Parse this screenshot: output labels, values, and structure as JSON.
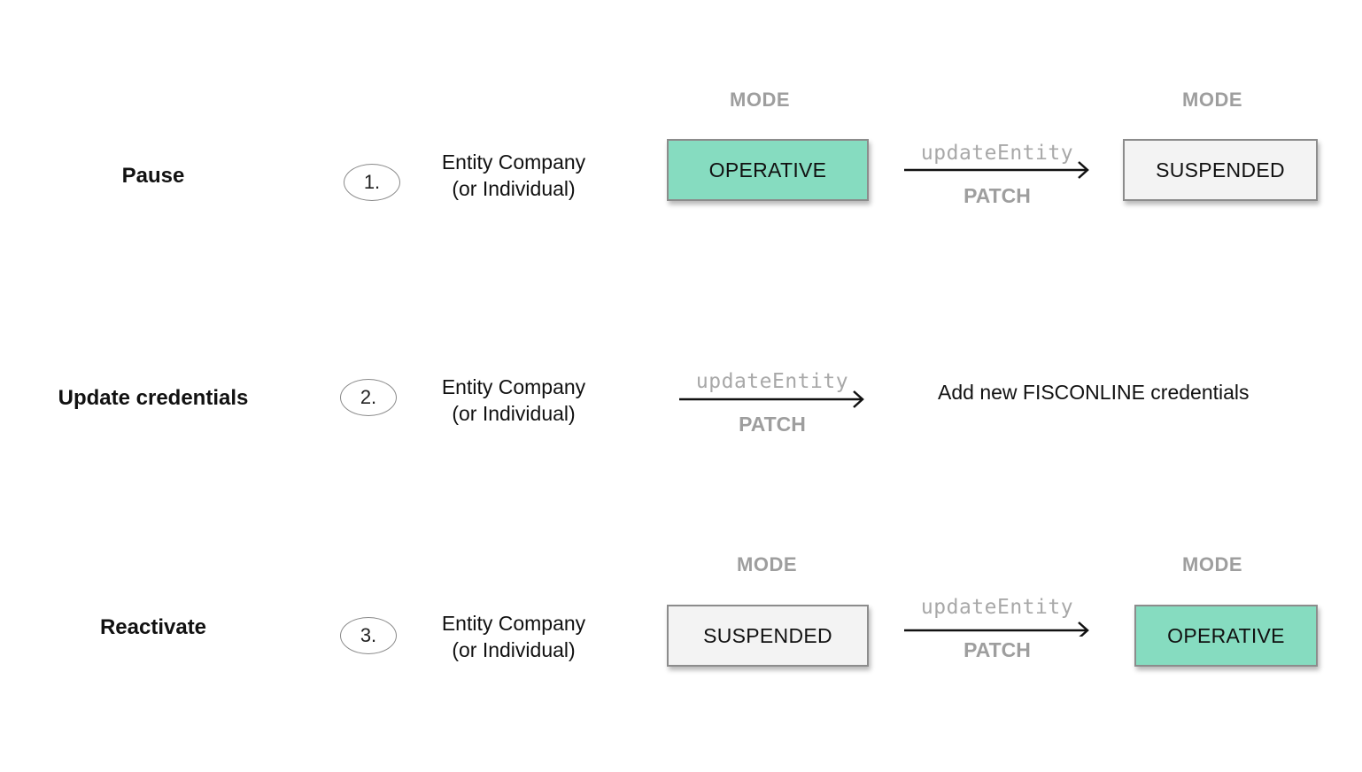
{
  "rows": [
    {
      "title": "Pause",
      "step": "1.",
      "entity": [
        "Entity Company",
        "(or Individual)"
      ],
      "from_mode_label": "MODE",
      "from_state": "OPERATIVE",
      "function": "updateEntity",
      "method": "PATCH",
      "to_mode_label": "MODE",
      "to_state": "SUSPENDED"
    },
    {
      "title": "Update credentials",
      "step": "2.",
      "entity": [
        "Entity Company",
        "(or Individual)"
      ],
      "function": "updateEntity",
      "method": "PATCH",
      "result": "Add new FISCONLINE credentials"
    },
    {
      "title": "Reactivate",
      "step": "3.",
      "entity": [
        "Entity Company",
        "(or Individual)"
      ],
      "from_mode_label": "MODE",
      "from_state": "SUSPENDED",
      "function": "updateEntity",
      "method": "PATCH",
      "to_mode_label": "MODE",
      "to_state": "OPERATIVE"
    }
  ],
  "colors": {
    "operative_fill": "#86dcc0",
    "suspended_fill": "#f3f3f3",
    "muted_text": "#9e9e9e"
  }
}
